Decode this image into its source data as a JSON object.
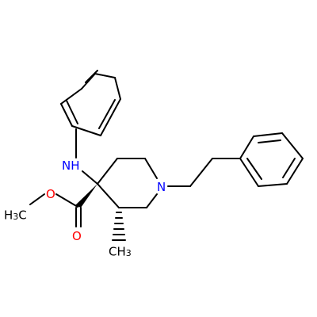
{
  "colors": {
    "background": "#ffffff",
    "bond": "#000000",
    "nitrogen": "#0000ff",
    "oxygen": "#ff0000",
    "carbon_label": "#000000"
  },
  "atoms": {
    "nh": {
      "main": "NH",
      "color": "nitrogen"
    },
    "n_ring": {
      "main": "N",
      "color": "nitrogen"
    },
    "o_ether": {
      "main": "O",
      "color": "oxygen"
    },
    "o_carbonyl": {
      "main": "O",
      "color": "oxygen"
    },
    "methyl_ester": {
      "main": "H",
      "sub": "3",
      "tail": "C",
      "color": "carbon_label"
    },
    "methyl_ring": {
      "main": "CH",
      "sub": "3",
      "color": "carbon_label"
    }
  }
}
